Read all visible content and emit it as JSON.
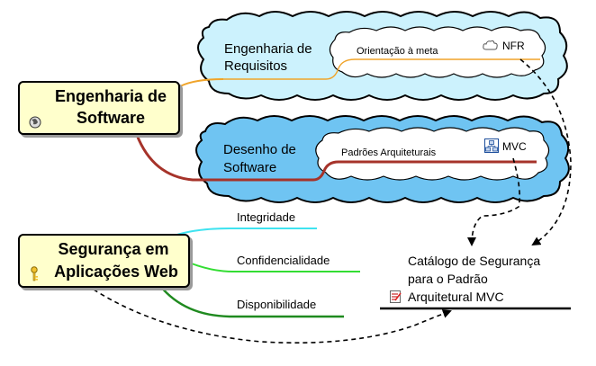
{
  "colors": {
    "cloud_light": "#ccf2fd",
    "cloud_dark": "#6fc4f2",
    "topic_fill": "#ffffcc",
    "orange_line": "#f0a42a",
    "red_line": "#a6332a",
    "cyan_line": "#3fe3f0",
    "green_line": "#33dd33",
    "dark_green_line": "#1f8a1f"
  },
  "topics": {
    "engineering": {
      "line1": "Engenharia de",
      "line2": "Software",
      "icon": "globe-icon"
    },
    "security": {
      "line1": "Segurança em",
      "line2": "Aplicações Web",
      "icon": "key-icon"
    }
  },
  "clouds": {
    "requirements": {
      "line1": "Engenharia de",
      "line2": "Requisitos",
      "branch": "Orientação à meta",
      "leaf": "NFR",
      "leaf_icon": "cloud-icon"
    },
    "design": {
      "line1": "Desenho de",
      "line2": "Software",
      "branch": "Padrões Arquiteturais",
      "leaf": "MVC",
      "leaf_icon": "network-icon"
    }
  },
  "attributes": [
    "Integridade",
    "Confidencialidade",
    "Disponibilidade"
  ],
  "target": {
    "line1": "Catálogo de Segurança",
    "line2": "para o Padrão",
    "line3": "Arquitetural MVC",
    "icon": "document-icon"
  }
}
